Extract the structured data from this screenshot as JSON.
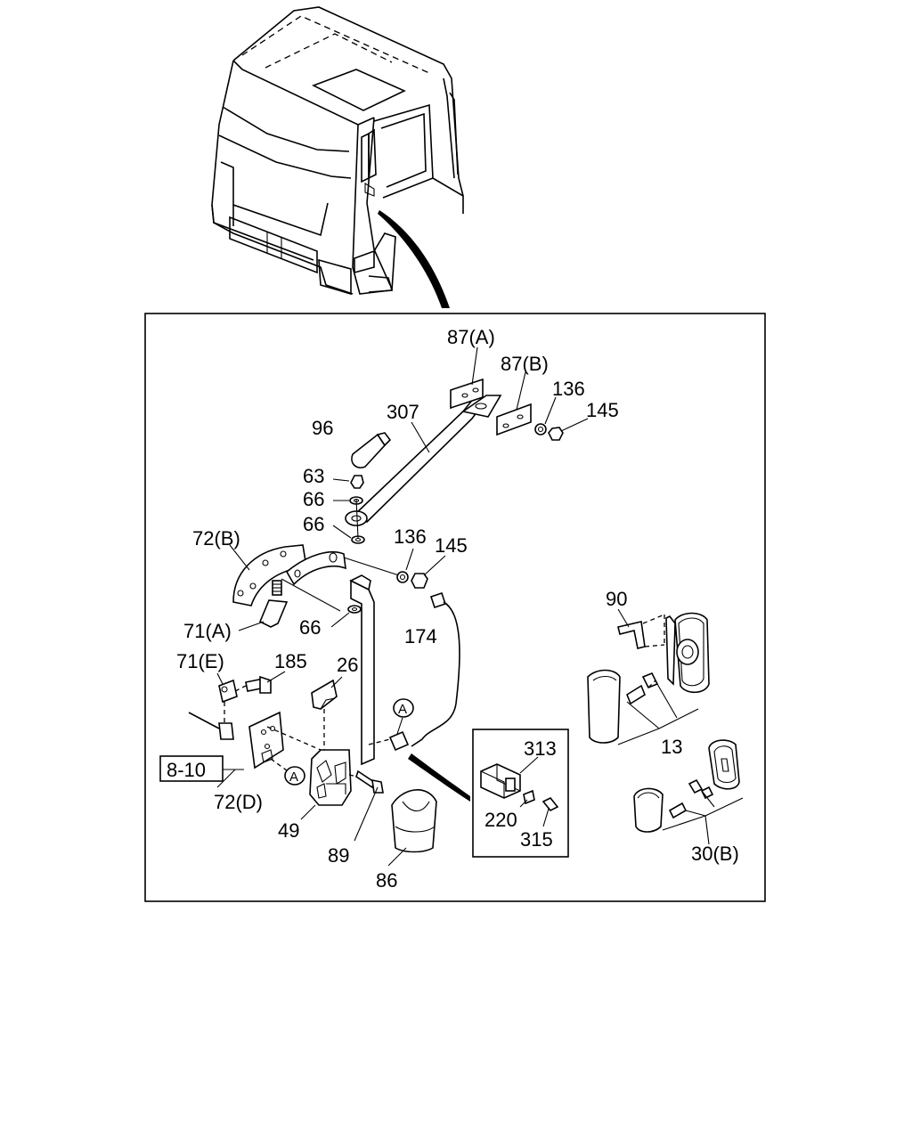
{
  "labels": {
    "p87a": "87(A)",
    "p87b": "87(B)",
    "p136_top": "136",
    "p145_top": "145",
    "p96": "96",
    "p307": "307",
    "p63": "63",
    "p66_a": "66",
    "p66_b": "66",
    "p66_c": "66",
    "p72b": "72(B)",
    "p136_mid": "136",
    "p145_mid": "145",
    "p71a": "71(A)",
    "p174": "174",
    "p90": "90",
    "p71e": "71(E)",
    "p185": "185",
    "p26": "26",
    "p13": "13",
    "ref_8_10": "8-10",
    "p72d": "72(D)",
    "p313": "313",
    "p220": "220",
    "p315": "315",
    "p49": "49",
    "p89": "89",
    "p86": "86",
    "p30b": "30(B)",
    "connector_a1": "A",
    "connector_a2": "A"
  }
}
